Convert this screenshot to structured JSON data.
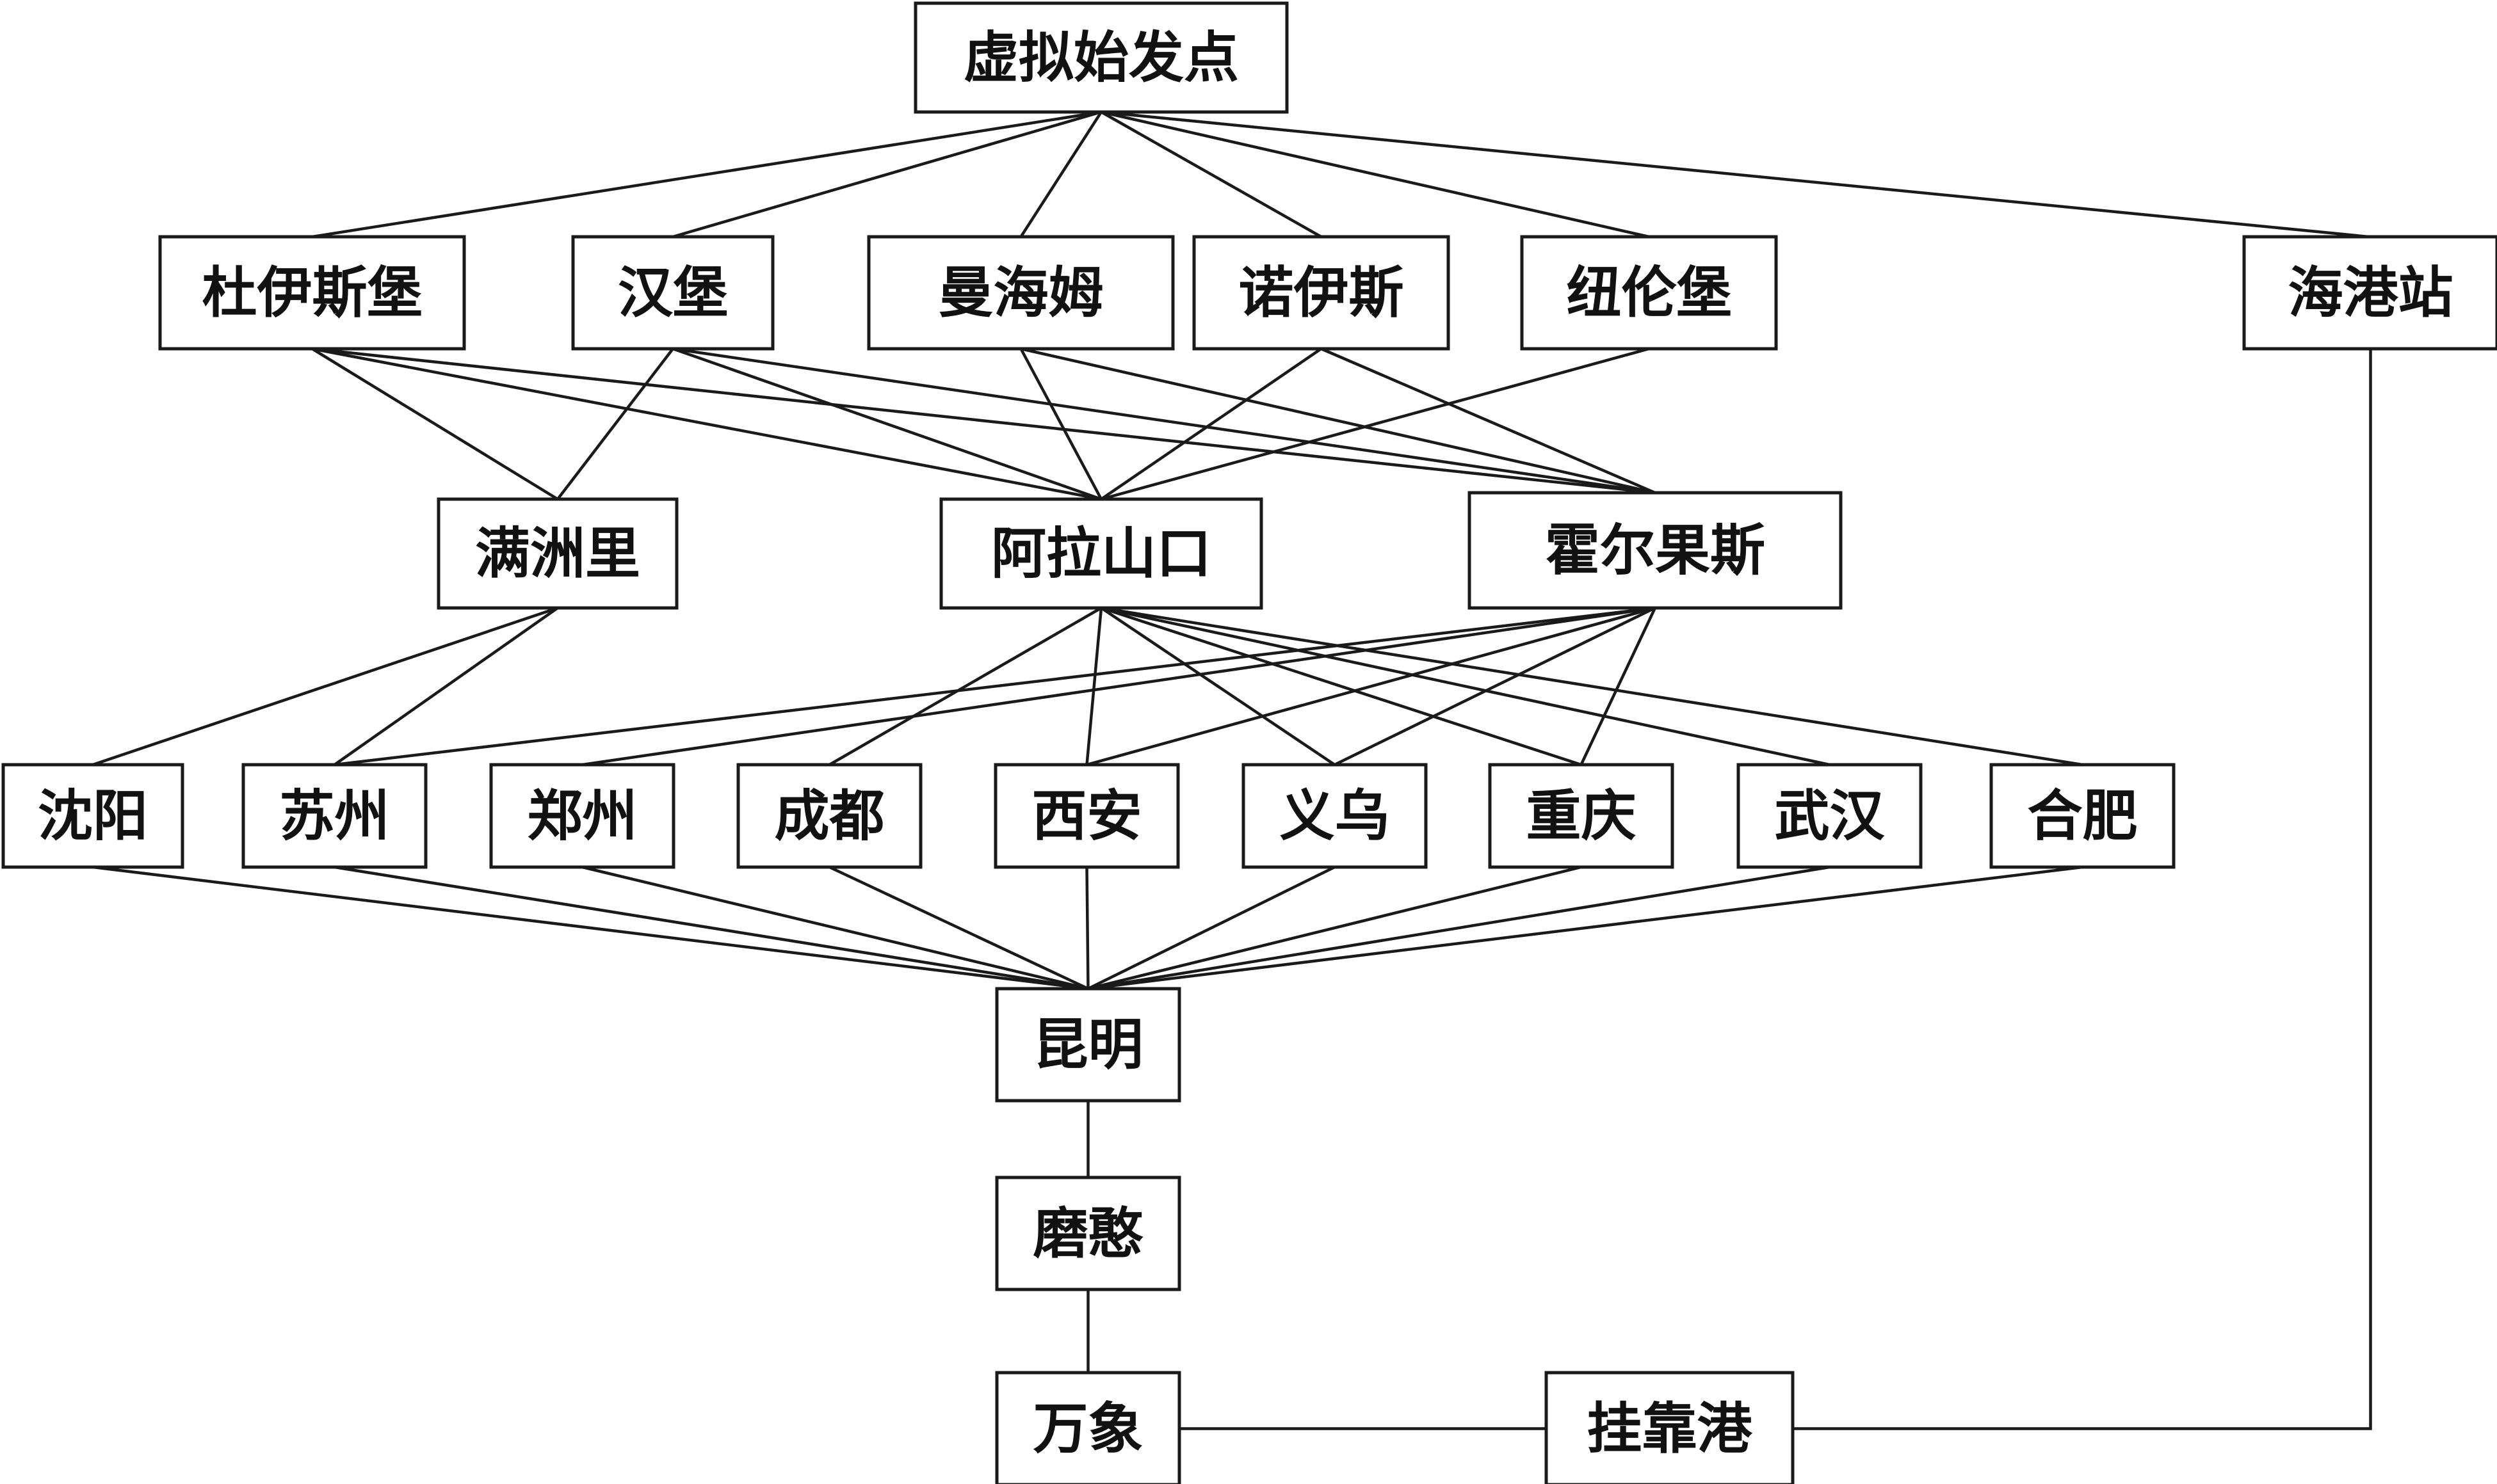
{
  "diagram": {
    "nodes": [
      {
        "id": "virtual_origin",
        "label": "虚拟始发点"
      },
      {
        "id": "duisburg",
        "label": "杜伊斯堡"
      },
      {
        "id": "hamburg",
        "label": "汉堡"
      },
      {
        "id": "mannheim",
        "label": "曼海姆"
      },
      {
        "id": "neuss",
        "label": "诺伊斯"
      },
      {
        "id": "nuremberg",
        "label": "纽伦堡"
      },
      {
        "id": "port_station",
        "label": "海港站"
      },
      {
        "id": "manzhouli",
        "label": "满洲里"
      },
      {
        "id": "alashankou",
        "label": "阿拉山口"
      },
      {
        "id": "khorgos",
        "label": "霍尔果斯"
      },
      {
        "id": "shenyang",
        "label": "沈阳"
      },
      {
        "id": "suzhou",
        "label": "苏州"
      },
      {
        "id": "zhengzhou",
        "label": "郑州"
      },
      {
        "id": "chengdu",
        "label": "成都"
      },
      {
        "id": "xian",
        "label": "西安"
      },
      {
        "id": "yiwu",
        "label": "义乌"
      },
      {
        "id": "chongqing",
        "label": "重庆"
      },
      {
        "id": "wuhan",
        "label": "武汉"
      },
      {
        "id": "hefei",
        "label": "合肥"
      },
      {
        "id": "kunming",
        "label": "昆明"
      },
      {
        "id": "mohan",
        "label": "磨憨"
      },
      {
        "id": "vientiane",
        "label": "万象"
      },
      {
        "id": "call_port",
        "label": "挂靠港"
      }
    ],
    "edges": [
      [
        "virtual_origin",
        "duisburg"
      ],
      [
        "virtual_origin",
        "hamburg"
      ],
      [
        "virtual_origin",
        "mannheim"
      ],
      [
        "virtual_origin",
        "neuss"
      ],
      [
        "virtual_origin",
        "nuremberg"
      ],
      [
        "virtual_origin",
        "port_station"
      ],
      [
        "duisburg",
        "manzhouli"
      ],
      [
        "duisburg",
        "alashankou"
      ],
      [
        "duisburg",
        "khorgos"
      ],
      [
        "hamburg",
        "manzhouli"
      ],
      [
        "hamburg",
        "alashankou"
      ],
      [
        "hamburg",
        "khorgos"
      ],
      [
        "mannheim",
        "alashankou"
      ],
      [
        "mannheim",
        "khorgos"
      ],
      [
        "neuss",
        "alashankou"
      ],
      [
        "neuss",
        "khorgos"
      ],
      [
        "nuremberg",
        "alashankou"
      ],
      [
        "manzhouli",
        "shenyang"
      ],
      [
        "manzhouli",
        "suzhou"
      ],
      [
        "alashankou",
        "chengdu"
      ],
      [
        "alashankou",
        "xian"
      ],
      [
        "alashankou",
        "yiwu"
      ],
      [
        "alashankou",
        "chongqing"
      ],
      [
        "alashankou",
        "wuhan"
      ],
      [
        "alashankou",
        "hefei"
      ],
      [
        "khorgos",
        "suzhou"
      ],
      [
        "khorgos",
        "zhengzhou"
      ],
      [
        "khorgos",
        "xian"
      ],
      [
        "khorgos",
        "yiwu"
      ],
      [
        "khorgos",
        "chongqing"
      ],
      [
        "shenyang",
        "kunming"
      ],
      [
        "suzhou",
        "kunming"
      ],
      [
        "zhengzhou",
        "kunming"
      ],
      [
        "chengdu",
        "kunming"
      ],
      [
        "xian",
        "kunming"
      ],
      [
        "yiwu",
        "kunming"
      ],
      [
        "chongqing",
        "kunming"
      ],
      [
        "wuhan",
        "kunming"
      ],
      [
        "hefei",
        "kunming"
      ],
      [
        "kunming",
        "mohan"
      ],
      [
        "mohan",
        "vientiane"
      ],
      [
        "vientiane",
        "call_port"
      ],
      [
        "call_port",
        "port_station"
      ]
    ]
  }
}
